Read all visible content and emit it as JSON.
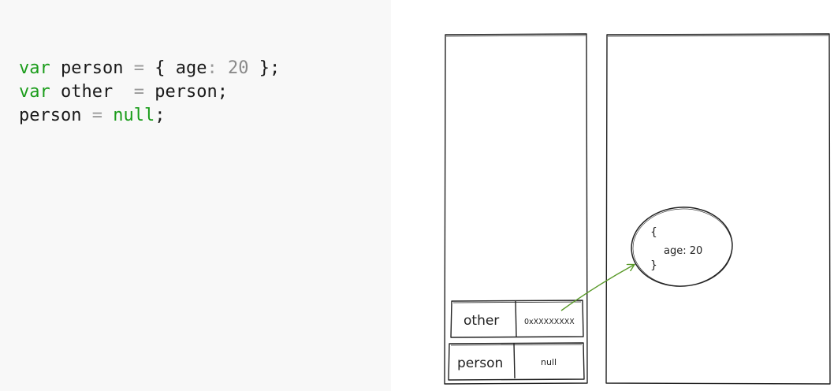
{
  "code": {
    "lines": [
      {
        "kw": "var",
        "name": "person",
        "op": "=",
        "rest_open": "{ age",
        "colon": ":",
        "num": "20",
        "rest_close": "};"
      },
      {
        "kw": "var",
        "name": "other",
        "op": "=",
        "rhs": "person;"
      },
      {
        "name": "person",
        "op": "=",
        "kw": "null",
        "end": ";"
      }
    ]
  },
  "diagram": {
    "stack": {
      "rows": [
        {
          "name": "other",
          "value": "0xXXXXXXXX"
        },
        {
          "name": "person",
          "value": "null"
        }
      ]
    },
    "heap": {
      "object": {
        "open": "{",
        "prop": "age: 20",
        "close": "}"
      }
    },
    "colors": {
      "arrow": "#5a9a2a",
      "stroke": "#222222",
      "keyword": "#1a9c1a"
    }
  }
}
